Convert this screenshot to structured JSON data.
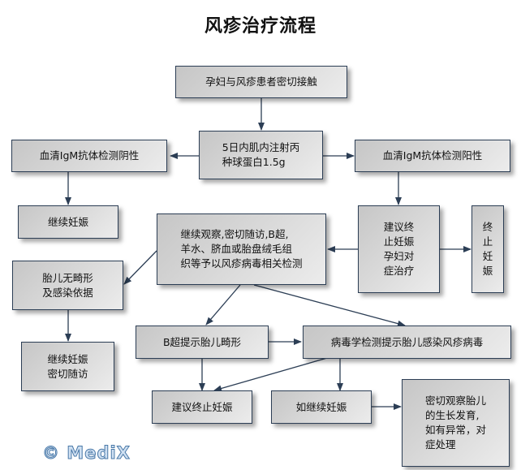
{
  "title": "风疹治疗流程",
  "colors": {
    "line": "#2c3e55",
    "box_border": "#2c3e55",
    "logo": "#4a79a8"
  },
  "nodes": {
    "contact": "孕妇与风疹患者密切接触",
    "injection": "5日内肌内注射丙\n种球蛋白1.5g",
    "igm_negative": "血清IgM抗体检测阴性",
    "igm_positive": "血清IgM抗体检测阳性",
    "continue_pregnancy_1": "继续妊娠",
    "observe": "继续观察,密切随访,B超,\n羊水、脐血或胎盘绒毛组\n织等予以风疹病毒相关检测",
    "suggest_terminate_treat": "建议终\n止妊娠\n孕妇对\n症治疗",
    "terminate": "终\n止\n妊\n娠",
    "no_malformation": "胎儿无畸形\n及感染依据",
    "continue_followup": "继续妊娠\n密切随访",
    "b_ultrasound_malformation": "B超提示胎儿畸形",
    "virology_infection": "病毒学检测提示胎儿感染风疹病毒",
    "suggest_terminate": "建议终止妊娠",
    "if_continue": "如继续妊娠",
    "monitor_growth": "密切观察胎儿\n的生长发育,\n如有异常，对\n症处理"
  },
  "logo": "© MediX"
}
